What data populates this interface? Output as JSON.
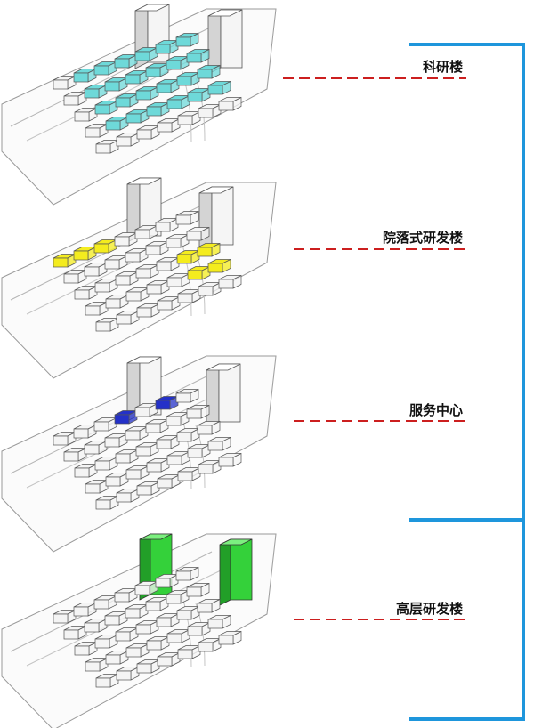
{
  "colors": {
    "background": "#ffffff",
    "massing_fill": "#f4f4f4",
    "massing_stroke": "#555555",
    "leader_line": "#cc1f1f",
    "bracket": "#1e96dc",
    "research_building": "#6ed9d9",
    "courtyard_building": "#f4ec1e",
    "service_center": "#2431c8",
    "highrise_building": "#34d13a"
  },
  "panels": [
    {
      "key": "research",
      "label": "科研楼",
      "highlight": "research_building",
      "icon": "cyan-low-rise-blocks"
    },
    {
      "key": "courtyard",
      "label": "院落式研发楼",
      "highlight": "courtyard_building",
      "icon": "yellow-courtyard-blocks"
    },
    {
      "key": "service",
      "label": "服务中心",
      "highlight": "service_center",
      "icon": "blue-service-blocks"
    },
    {
      "key": "highrise",
      "label": "高层研发楼",
      "highlight": "highrise_building",
      "icon": "green-towers"
    }
  ]
}
